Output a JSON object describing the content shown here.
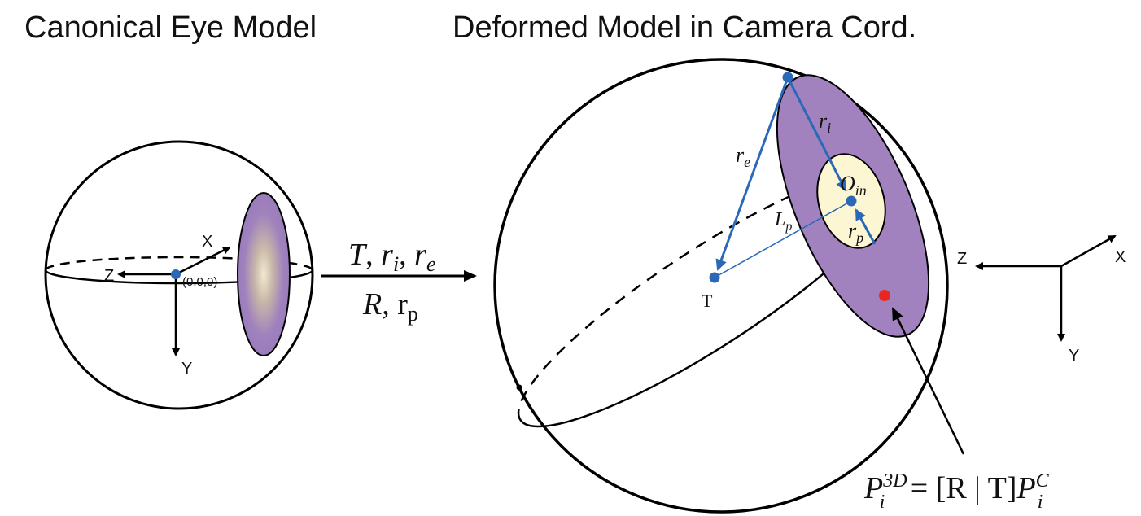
{
  "titles": {
    "left": "Canonical Eye Model",
    "right": "Deformed Model in Camera Cord."
  },
  "canonical": {
    "origin_label": "(0,0,0)",
    "axis_x": "X",
    "axis_y": "Y",
    "axis_z": "Z"
  },
  "transform": {
    "line1": {
      "T": "T",
      "ri_base": "r",
      "ri_sub": "i",
      "re_base": "r",
      "re_sub": "e"
    },
    "line2": {
      "R": "R",
      "rp_base": "r",
      "rp_sub": "p"
    }
  },
  "deformed": {
    "center_label": "T",
    "r_i": {
      "base": "r",
      "sub": "i"
    },
    "r_e": {
      "base": "r",
      "sub": "e"
    },
    "r_p": {
      "base": "r",
      "sub": "p"
    },
    "L_p": {
      "base": "L",
      "sub": "p"
    },
    "O_in": {
      "base": "O",
      "sub": "in"
    }
  },
  "camera_axes": {
    "x": "X",
    "y": "Y",
    "z": "Z"
  },
  "equation": {
    "lhs_base": "P",
    "lhs_sub": "i",
    "lhs_sup": "3D",
    "middle": " = [R | T]",
    "rhs_base": "P",
    "rhs_sub": "i",
    "rhs_sup": "C"
  },
  "colors": {
    "iris": "#a182be",
    "pupil": "#fdf6d3",
    "arrow_blue": "#2b69b8",
    "point_red": "#e8281e",
    "stroke": "#000000"
  }
}
